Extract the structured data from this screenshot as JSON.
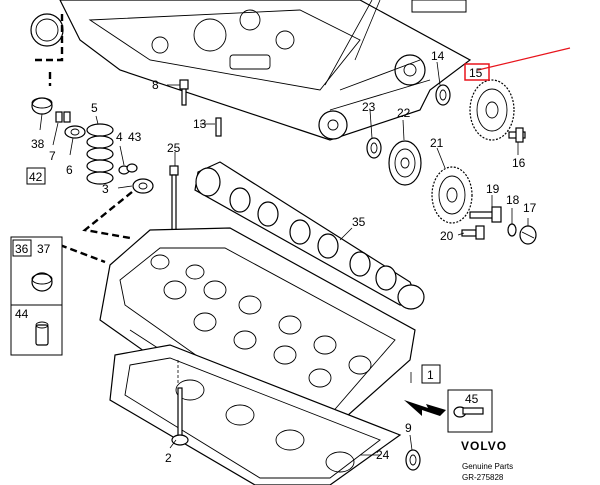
{
  "callouts": {
    "c1": "1",
    "c2": "2",
    "c3": "3",
    "c4": "4",
    "c5": "5",
    "c6": "6",
    "c7": "7",
    "c8": "8",
    "c9": "9",
    "c13": "13",
    "c14": "14",
    "c15": "15",
    "c16": "16",
    "c17": "17",
    "c18": "18",
    "c19": "19",
    "c20": "20",
    "c21": "21",
    "c22": "22",
    "c23": "23",
    "c24": "24",
    "c25": "25",
    "c35": "35",
    "c36": "36",
    "c37": "37",
    "c38": "38",
    "c42": "42",
    "c43": "43",
    "c44": "44",
    "c45": "45"
  },
  "brand": {
    "name": "VOLVO",
    "tagline": "Genuine Parts",
    "ref": "GR-275828"
  },
  "highlight_color": "#e8141c"
}
